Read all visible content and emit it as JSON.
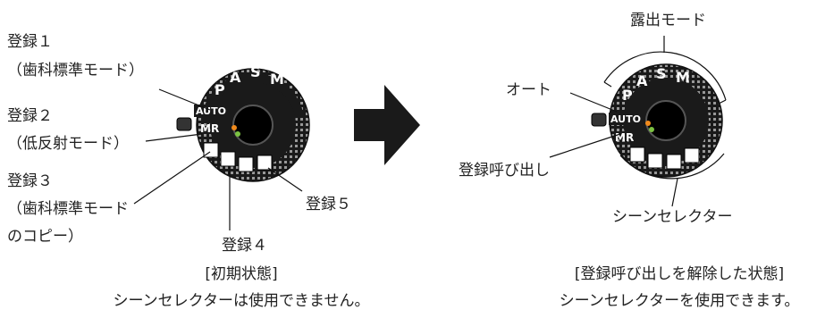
{
  "left_labels": {
    "reg1_line1": "登録１",
    "reg1_line2": "（歯科標準モード）",
    "reg2_line1": "登録２",
    "reg2_line2": "（低反射モード）",
    "reg3_line1": "登録３",
    "reg3_line2": "（歯科標準モード",
    "reg3_line3": "のコピー）",
    "reg4": "登録４",
    "reg5": "登録５"
  },
  "right_labels": {
    "exposure_mode": "露出モード",
    "auto": "オート",
    "recall": "登録呼び出し",
    "scene_selector": "シーンセレクター"
  },
  "captions": {
    "left_title": "[初期状態]",
    "left_text": "シーンセレクターは使用できません。",
    "right_title": "[登録呼び出しを解除した状態]",
    "right_text": "シーンセレクターを使用できます。"
  },
  "dial_marks": {
    "auto": "AUTO",
    "mr": "MR",
    "p": "P",
    "a": "A",
    "s": "S",
    "m": "M"
  },
  "icons": [
    "dial-icon",
    "arrow-right-icon"
  ],
  "colors": {
    "dial": "#1a1a1a",
    "arrow": "#1a1a1a",
    "led_orange": "#f08a1c",
    "led_green": "#7cc242"
  }
}
